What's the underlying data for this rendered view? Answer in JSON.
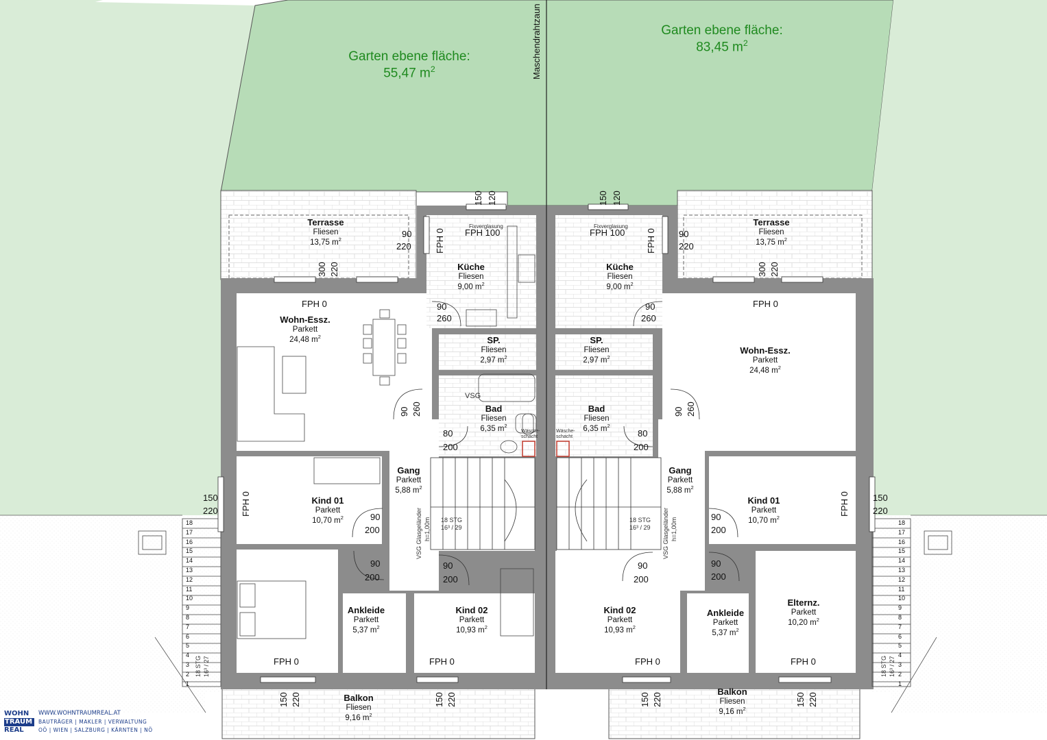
{
  "gardens": {
    "left": {
      "title": "Garten ebene fläche:",
      "area": "55,47 m",
      "sup": "2"
    },
    "right": {
      "title": "Garten ebene fläche:",
      "area": "83,45 m",
      "sup": "2"
    }
  },
  "fence_label": "Maschendrahtzaun",
  "rooms": {
    "terrasse_left": {
      "name": "Terrasse",
      "floor": "Fliesen",
      "area": "13,75 m",
      "sup": "2"
    },
    "terrasse_right": {
      "name": "Terrasse",
      "floor": "Fliesen",
      "area": "13,75 m",
      "sup": "2"
    },
    "kueche_left": {
      "name": "Küche",
      "floor": "Fliesen",
      "area": "9,00 m",
      "sup": "2"
    },
    "kueche_right": {
      "name": "Küche",
      "floor": "Fliesen",
      "area": "9,00 m",
      "sup": "2"
    },
    "wohn_left": {
      "name": "Wohn-Essz.",
      "floor": "Parkett",
      "area": "24,48 m",
      "sup": "2"
    },
    "wohn_right": {
      "name": "Wohn-Essz.",
      "floor": "Parkett",
      "area": "24,48 m",
      "sup": "2"
    },
    "sp_left": {
      "name": "SP.",
      "floor": "Fliesen",
      "area": "2,97 m",
      "sup": "2"
    },
    "sp_right": {
      "name": "SP.",
      "floor": "Fliesen",
      "area": "2,97 m",
      "sup": "2"
    },
    "bad_left": {
      "name": "Bad",
      "floor": "Fliesen",
      "area": "6,35 m",
      "sup": "2"
    },
    "bad_right": {
      "name": "Bad",
      "floor": "Fliesen",
      "area": "6,35 m",
      "sup": "2"
    },
    "gang_left": {
      "name": "Gang",
      "floor": "Parkett",
      "area": "5,88 m",
      "sup": "2"
    },
    "gang_right": {
      "name": "Gang",
      "floor": "Parkett",
      "area": "5,88 m",
      "sup": "2"
    },
    "kind01_left": {
      "name": "Kind 01",
      "floor": "Parkett",
      "area": "10,70 m",
      "sup": "2"
    },
    "kind01_right": {
      "name": "Kind 01",
      "floor": "Parkett",
      "area": "10,70 m",
      "sup": "2"
    },
    "ankleide_left": {
      "name": "Ankleide",
      "floor": "Parkett",
      "area": "5,37 m",
      "sup": "2"
    },
    "ankleide_right": {
      "name": "Ankleide",
      "floor": "Parkett",
      "area": "5,37 m",
      "sup": "2"
    },
    "kind02_left": {
      "name": "Kind 02",
      "floor": "Parkett",
      "area": "10,93 m",
      "sup": "2"
    },
    "kind02_right": {
      "name": "Kind 02",
      "floor": "Parkett",
      "area": "10,93 m",
      "sup": "2"
    },
    "eltern_right": {
      "name": "Elternz.",
      "floor": "Parkett",
      "area": "10,20 m",
      "sup": "2"
    },
    "balkon_left": {
      "name": "Balkon",
      "floor": "Fliesen",
      "area": "9,16 m",
      "sup": "2"
    },
    "balkon_right": {
      "name": "Balkon",
      "floor": "Fliesen",
      "area": "9,16 m",
      "sup": "2"
    }
  },
  "labels": {
    "fph0": "FPH 0",
    "fph100": "FPH 100",
    "fixverglasung": "Fixverglasung",
    "d90": "90",
    "d220": "220",
    "d260": "260",
    "d80": "80",
    "d200": "200",
    "d150": "150",
    "d120": "120",
    "d300": "300",
    "stg": "18 STG",
    "stg_ratio": "16³ / 29",
    "stg_outer": "18 STG",
    "stg_outer_ratio": "16³ / 27",
    "vsg": "VSG",
    "glasgelaender": "VSG Glasgeländer",
    "glas_h": "h=1,00m",
    "waesche": "Wäsche-",
    "schacht": "schacht"
  },
  "stair_numbers_outer": [
    "18",
    "17",
    "16",
    "15",
    "14",
    "13",
    "12",
    "11",
    "10",
    "9",
    "8",
    "7",
    "6",
    "5",
    "4",
    "3",
    "2",
    "1"
  ],
  "logo": {
    "brand_1": "WOHN",
    "brand_2": "TRAUM",
    "brand_3": "REAL",
    "url": "WWW.WOHNTRAUMREAL.AT",
    "tagline": "BAUTRÄGER | MAKLER | VERWALTUNG",
    "regions": "OÖ | WIEN | SALZBURG | KÄRNTEN | NÖ"
  },
  "colors": {
    "garden": "#b7dcb7",
    "garden_light": "#d9ecd7",
    "wall": "#8a8a8a",
    "tile_line": "#d6d6d6",
    "garden_text": "#1f8a1f"
  }
}
